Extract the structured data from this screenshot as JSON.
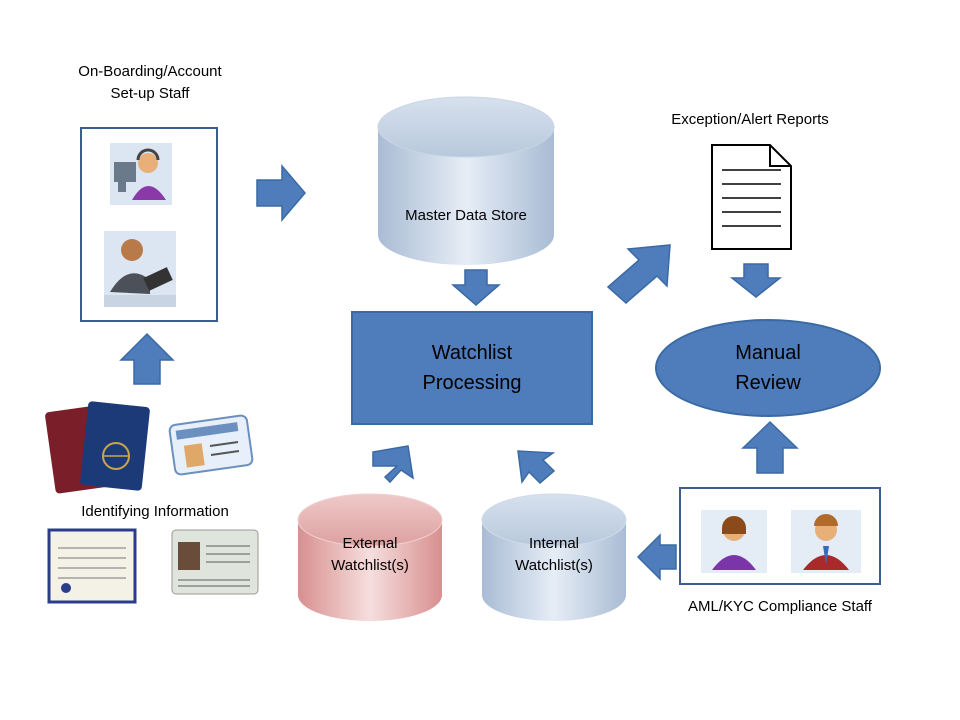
{
  "labels": {
    "onboarding_line1": "On-Boarding/Account",
    "onboarding_line2": "Set-up Staff",
    "master_data_store": "Master Data Store",
    "exception_reports": "Exception/Alert Reports",
    "watchlist_line1": "Watchlist",
    "watchlist_line2": "Processing",
    "manual_line1": "Manual",
    "manual_line2": "Review",
    "identifying_info": "Identifying Information",
    "external_line1": "External",
    "external_line2": "Watchlist(s)",
    "internal_line1": "Internal",
    "internal_line2": "Watchlist(s)",
    "compliance_staff": "AML/KYC Compliance Staff"
  },
  "colors": {
    "arrow": "#4f7dbb",
    "process_fill": "#4f7dbb",
    "cylinder_blue": "#c6d3e4",
    "cylinder_red": "#e9b6b6",
    "box_border": "#3a5f8f"
  },
  "icons": {
    "onboarding_staff": [
      "headset-operator-icon",
      "computer-user-icon"
    ],
    "compliance_staff": [
      "female-staff-icon",
      "male-staff-icon"
    ],
    "documents": [
      "passport-icon",
      "drivers-license-icon",
      "birth-certificate-icon",
      "resident-card-icon"
    ],
    "report": "document-report-icon"
  }
}
